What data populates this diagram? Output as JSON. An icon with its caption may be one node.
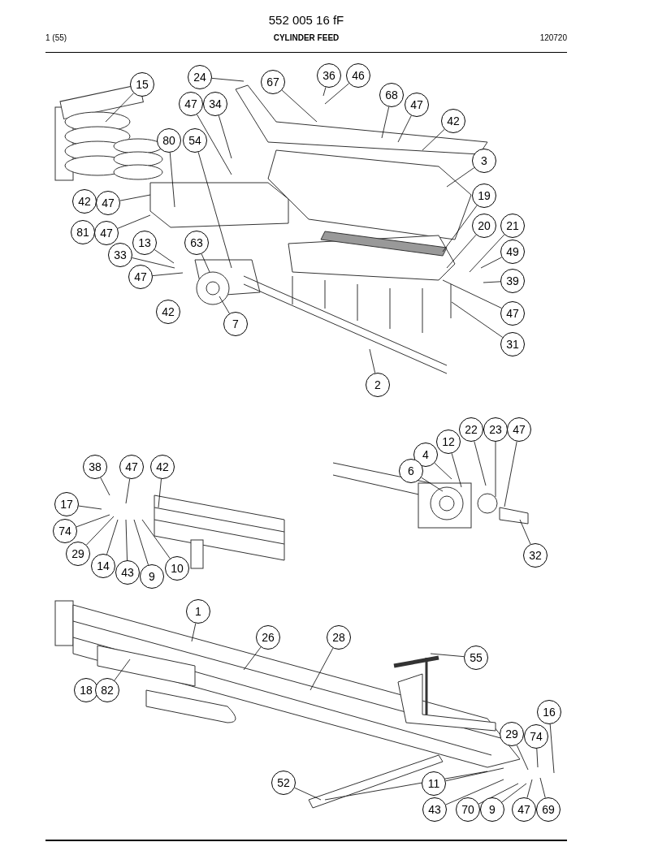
{
  "diagram": {
    "title": "CYLINDER FEED",
    "nodes": [
      {
        "text": [
          "24"
        ]
      },
      {
        "text": [
          "67"
        ]
      },
      {
        "text": [
          "36"
        ]
      },
      {
        "text": [
          "46"
        ]
      },
      {
        "text": [
          "15"
        ]
      },
      {
        "text": [
          "68"
        ]
      },
      {
        "text": [
          "47"
        ]
      },
      {
        "text": [
          "34"
        ]
      },
      {
        "text": [
          "47"
        ]
      },
      {
        "text": [
          "42"
        ]
      },
      {
        "text": [
          "80"
        ]
      },
      {
        "text": [
          "54"
        ]
      },
      {
        "text": [
          "3"
        ]
      },
      {
        "text": [
          "19"
        ]
      },
      {
        "text": [
          "42"
        ]
      },
      {
        "text": [
          "47"
        ]
      },
      {
        "text": [
          "20"
        ]
      },
      {
        "text": [
          "21"
        ]
      },
      {
        "text": [
          "81"
        ]
      },
      {
        "text": [
          "47"
        ]
      },
      {
        "text": [
          "13"
        ]
      },
      {
        "text": [
          "63"
        ]
      },
      {
        "text": [
          "49"
        ]
      },
      {
        "text": [
          "33"
        ]
      },
      {
        "text": [
          "47"
        ]
      },
      {
        "text": [
          "39"
        ]
      },
      {
        "text": [
          "42"
        ]
      },
      {
        "text": [
          "7"
        ]
      },
      {
        "text": [
          "47"
        ]
      },
      {
        "text": [
          "31"
        ]
      },
      {
        "text": [
          "2"
        ]
      },
      {
        "text": [
          "22"
        ]
      },
      {
        "text": [
          "23"
        ]
      },
      {
        "text": [
          "47"
        ]
      },
      {
        "text": [
          "12"
        ]
      },
      {
        "text": [
          "4"
        ]
      },
      {
        "text": [
          "38"
        ]
      },
      {
        "text": [
          "47"
        ]
      },
      {
        "text": [
          "42"
        ]
      },
      {
        "text": [
          "6"
        ]
      },
      {
        "text": [
          "17"
        ]
      },
      {
        "text": [
          "74"
        ]
      },
      {
        "text": [
          "29"
        ]
      },
      {
        "text": [
          "14"
        ]
      },
      {
        "text": [
          "43"
        ]
      },
      {
        "text": [
          "9"
        ]
      },
      {
        "text": [
          "10"
        ]
      },
      {
        "text": [
          "32"
        ]
      },
      {
        "text": [
          "1"
        ]
      },
      {
        "text": [
          "26"
        ]
      },
      {
        "text": [
          "28"
        ]
      },
      {
        "text": [
          "55"
        ]
      },
      {
        "text": [
          "18"
        ]
      },
      {
        "text": [
          "82"
        ]
      },
      {
        "text": [
          "16"
        ]
      },
      {
        "text": [
          "29"
        ]
      },
      {
        "text": [
          "74"
        ]
      },
      {
        "text": [
          "52"
        ]
      },
      {
        "text": [
          "11"
        ]
      },
      {
        "text": [
          "43"
        ]
      },
      {
        "text": [
          "70"
        ]
      },
      {
        "text": [
          "9"
        ]
      },
      {
        "text": [
          "47"
        ]
      },
      {
        "text": [
          "69"
        ]
      }
    ],
    "edges": [
      {
        "from": 0,
        "to": null,
        "arrow": "none"
      },
      {
        "from": 1,
        "to": null,
        "arrow": "none"
      },
      {
        "from": 2,
        "to": null,
        "arrow": "none"
      },
      {
        "from": 3,
        "to": null,
        "arrow": "none"
      },
      {
        "from": 4,
        "to": null,
        "arrow": "none"
      },
      {
        "from": 5,
        "to": null,
        "arrow": "none"
      },
      {
        "from": 6,
        "to": null,
        "arrow": "none"
      },
      {
        "from": 7,
        "to": null,
        "arrow": "none"
      },
      {
        "from": 8,
        "to": null,
        "arrow": "none"
      },
      {
        "from": 9,
        "to": null,
        "arrow": "none"
      },
      {
        "from": 10,
        "to": null,
        "arrow": "none"
      },
      {
        "from": 11,
        "to": null,
        "arrow": "none"
      },
      {
        "from": 12,
        "to": null,
        "arrow": "none"
      },
      {
        "from": 13,
        "to": null,
        "arrow": "none"
      },
      {
        "from": 15,
        "to": null,
        "arrow": "none"
      },
      {
        "from": 16,
        "to": null,
        "arrow": "none"
      },
      {
        "from": 17,
        "to": null,
        "arrow": "none"
      },
      {
        "from": 19,
        "to": null,
        "arrow": "none"
      },
      {
        "from": 20,
        "to": null,
        "arrow": "none"
      },
      {
        "from": 21,
        "to": null,
        "arrow": "none"
      },
      {
        "from": 22,
        "to": null,
        "arrow": "none"
      },
      {
        "from": 23,
        "to": null,
        "arrow": "none"
      },
      {
        "from": 24,
        "to": null,
        "arrow": "none"
      },
      {
        "from": 25,
        "to": null,
        "arrow": "none"
      },
      {
        "from": 27,
        "to": null,
        "arrow": "none"
      },
      {
        "from": 28,
        "to": null,
        "arrow": "none"
      },
      {
        "from": 29,
        "to": null,
        "arrow": "none"
      },
      {
        "from": 30,
        "to": null,
        "arrow": "none"
      },
      {
        "from": 31,
        "to": null,
        "arrow": "none"
      },
      {
        "from": 32,
        "to": null,
        "arrow": "none"
      },
      {
        "from": 33,
        "to": null,
        "arrow": "none"
      },
      {
        "from": 34,
        "to": null,
        "arrow": "none"
      },
      {
        "from": 35,
        "to": null,
        "arrow": "none"
      },
      {
        "from": 36,
        "to": null,
        "arrow": "none"
      },
      {
        "from": 37,
        "to": null,
        "arrow": "none"
      },
      {
        "from": 38,
        "to": null,
        "arrow": "none"
      },
      {
        "from": 39,
        "to": null,
        "arrow": "none"
      },
      {
        "from": 40,
        "to": null,
        "arrow": "none"
      },
      {
        "from": 41,
        "to": null,
        "arrow": "none"
      },
      {
        "from": 42,
        "to": null,
        "arrow": "none"
      },
      {
        "from": 43,
        "to": null,
        "arrow": "none"
      },
      {
        "from": 44,
        "to": null,
        "arrow": "none"
      },
      {
        "from": 45,
        "to": null,
        "arrow": "none"
      },
      {
        "from": 46,
        "to": null,
        "arrow": "none"
      },
      {
        "from": 47,
        "to": null,
        "arrow": "none"
      },
      {
        "from": 48,
        "to": null,
        "arrow": "none"
      },
      {
        "from": 49,
        "to": null,
        "arrow": "none"
      },
      {
        "from": 50,
        "to": null,
        "arrow": "none"
      },
      {
        "from": 51,
        "to": null,
        "arrow": "none"
      },
      {
        "from": 53,
        "to": null,
        "arrow": "none"
      },
      {
        "from": 54,
        "to": null,
        "arrow": "none"
      },
      {
        "from": 55,
        "to": null,
        "arrow": "none"
      },
      {
        "from": 56,
        "to": null,
        "arrow": "none"
      },
      {
        "from": 57,
        "to": null,
        "arrow": "none"
      },
      {
        "from": 58,
        "to": null,
        "arrow": "none"
      },
      {
        "from": 59,
        "to": null,
        "arrow": "none"
      },
      {
        "from": 60,
        "to": null,
        "arrow": "none"
      },
      {
        "from": 61,
        "to": null,
        "arrow": "none"
      },
      {
        "from": 62,
        "to": null,
        "arrow": "none"
      },
      {
        "from": 63,
        "to": null,
        "arrow": "none"
      }
    ],
    "labels": [
      "552 005 16 fF",
      "1 (55)",
      "120720"
    ]
  }
}
